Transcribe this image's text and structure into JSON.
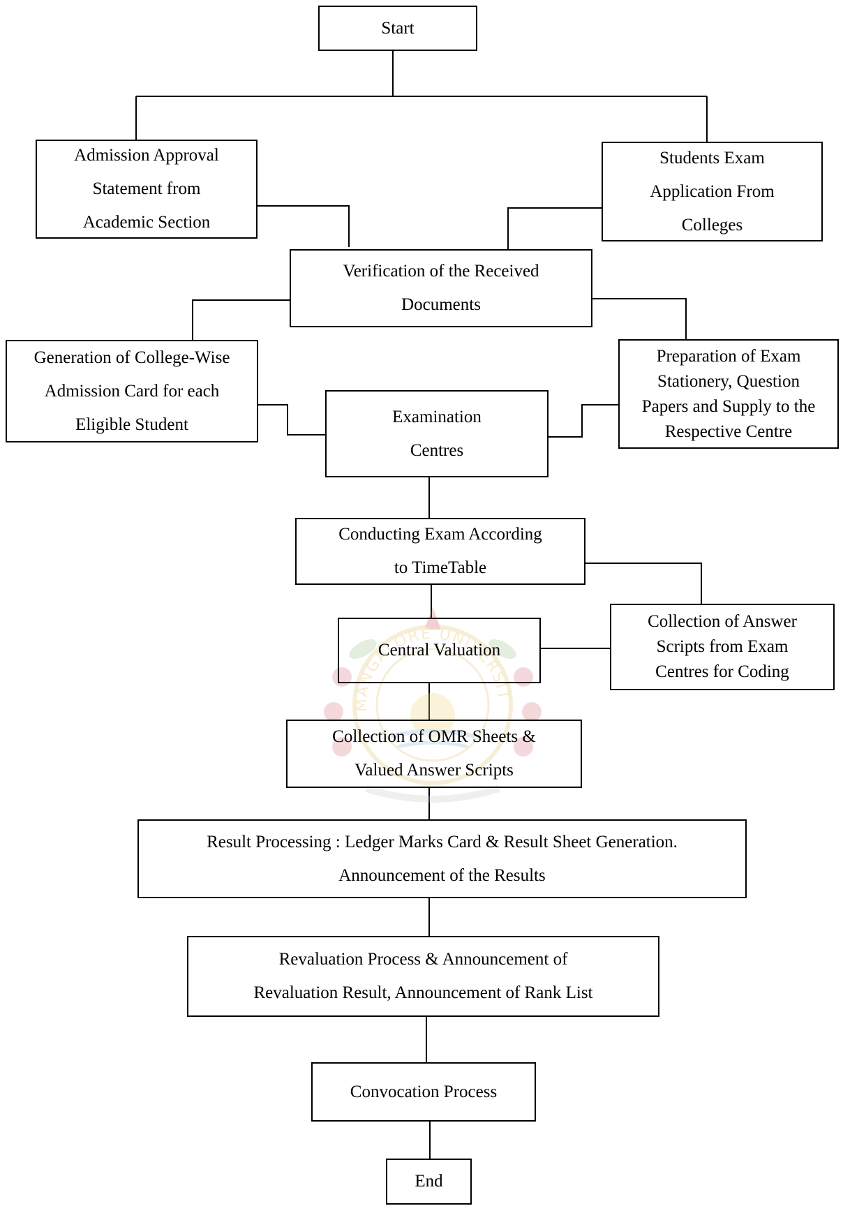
{
  "watermark": {
    "text": "MANGALORE UNIVERSITY"
  },
  "nodes": {
    "start": {
      "lines": [
        "Start"
      ]
    },
    "admission_approval": {
      "lines": [
        "Admission Approval",
        "Statement from",
        "Academic Section"
      ]
    },
    "exam_application": {
      "lines": [
        "Students Exam",
        "Application From",
        "Colleges"
      ]
    },
    "verification": {
      "lines": [
        "Verification of the Received",
        "Documents"
      ]
    },
    "admission_card": {
      "lines": [
        "Generation of College-Wise",
        "Admission Card for each",
        "Eligible Student"
      ]
    },
    "exam_centres": {
      "lines": [
        "Examination",
        "Centres"
      ]
    },
    "exam_stationery": {
      "lines": [
        "Preparation of Exam",
        "Stationery, Question",
        "Papers and Supply to the",
        "Respective Centre"
      ]
    },
    "conducting_exam": {
      "lines": [
        "Conducting Exam According",
        "to TimeTable"
      ]
    },
    "collection_scripts": {
      "lines": [
        "Collection of Answer",
        "Scripts from Exam",
        "Centres for Coding"
      ]
    },
    "central_valuation": {
      "lines": [
        "Central Valuation"
      ]
    },
    "collection_omr": {
      "lines": [
        "Collection of OMR Sheets &",
        "Valued Answer Scripts"
      ]
    },
    "result_processing": {
      "lines": [
        "Result Processing : Ledger Marks Card & Result Sheet Generation.",
        "Announcement of the Results"
      ]
    },
    "revaluation": {
      "lines": [
        "Revaluation Process & Announcement of",
        "Revaluation Result, Announcement of Rank List"
      ]
    },
    "convocation": {
      "lines": [
        "Convocation Process"
      ]
    },
    "end": {
      "lines": [
        "End"
      ]
    }
  }
}
